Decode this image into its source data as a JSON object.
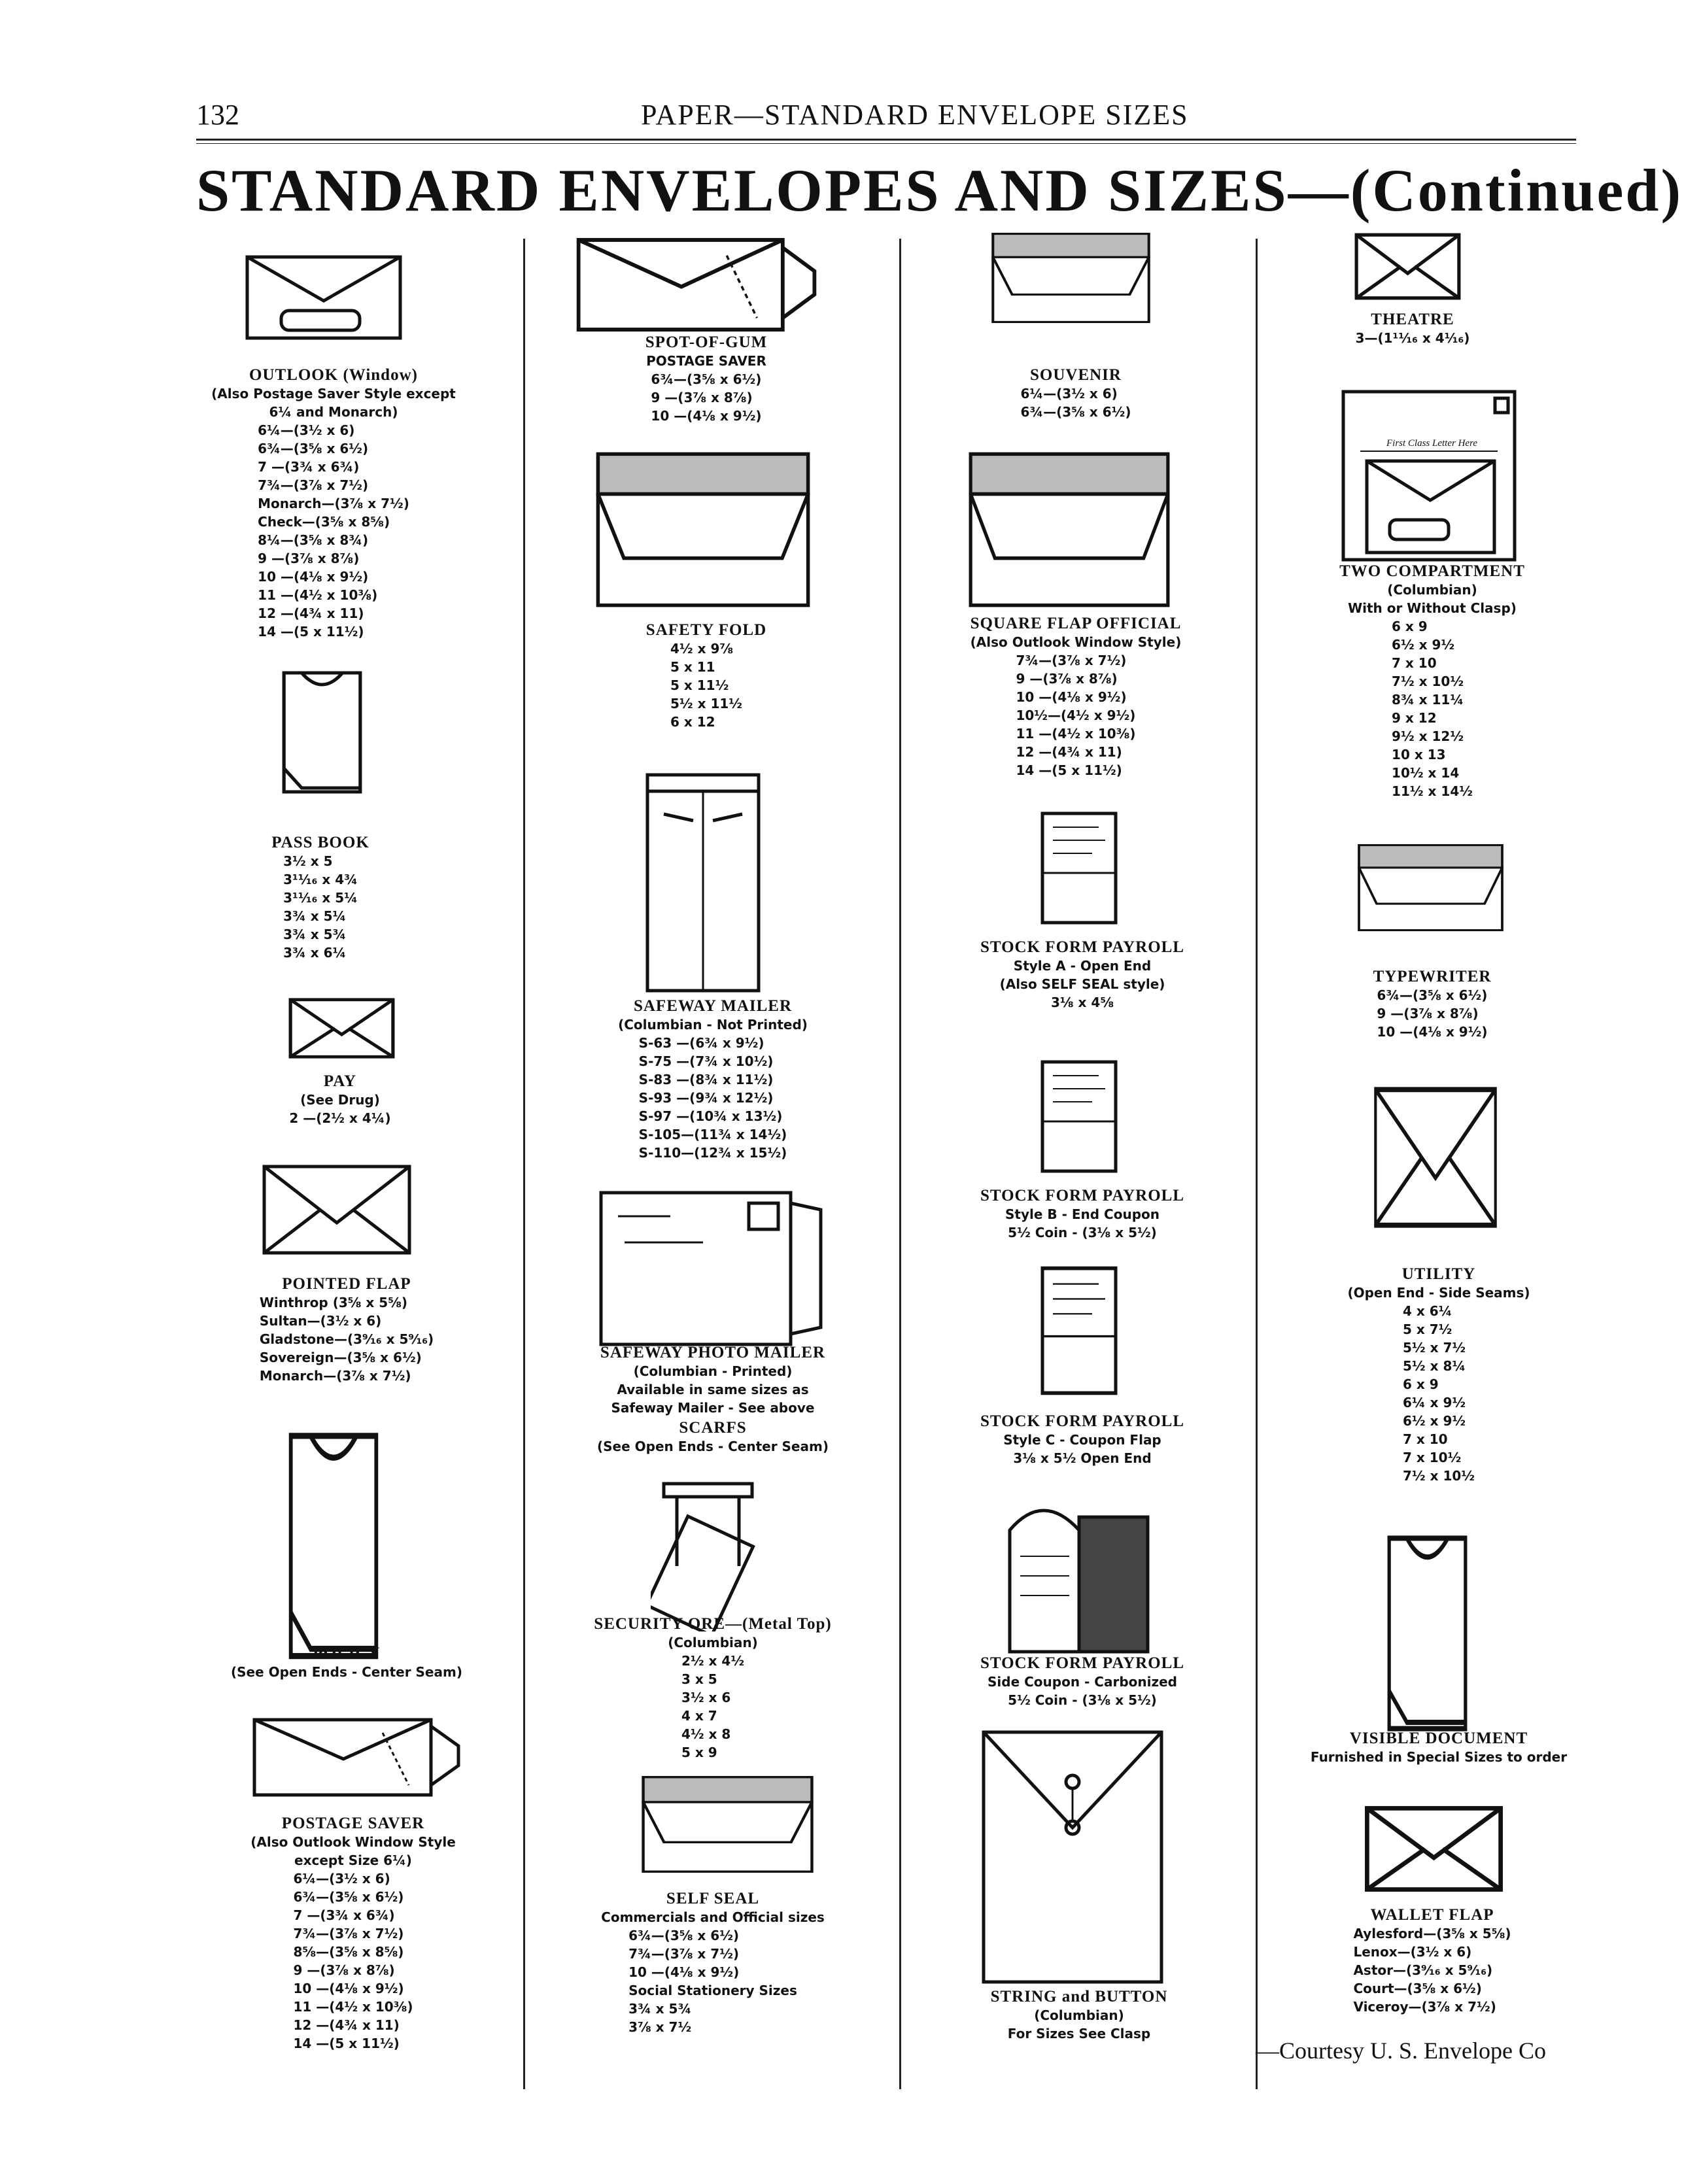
{
  "header": {
    "page_number": "132",
    "running_title": "PAPER—STANDARD ENVELOPE SIZES"
  },
  "title": "STANDARD ENVELOPES AND SIZES—(Continued)",
  "columns": [
    {
      "entries": [
        {
          "name": "OUTLOOK (Window)",
          "notes": [
            "(Also Postage Saver Style except",
            "6¼ and Monarch)"
          ],
          "sizes": [
            "6¼—(3½ x 6)",
            "6¾—(3⅝ x 6½)",
            "7 —(3¾ x 6¾)",
            "7¾—(3⅞ x 7½)",
            "Monarch—(3⅞ x 7½)",
            "Check—(3⅝ x 8⅝)",
            "8¼—(3⅝ x 8¾)",
            "9 —(3⅞ x 8⅞)",
            "10 —(4⅛ x 9½)",
            "11 —(4½ x 10⅜)",
            "12 —(4¾ x 11)",
            "14 —(5 x 11½)"
          ]
        },
        {
          "name": "PASS BOOK",
          "notes": [],
          "sizes": [
            "3½ x 5",
            "3¹¹⁄₁₆ x 4¾",
            "3¹¹⁄₁₆ x 5¼",
            "3¾ x 5¼",
            "3¾ x 5¾",
            "3¾ x 6¼"
          ]
        },
        {
          "name": "PAY",
          "notes": [
            "(See Drug)"
          ],
          "sizes": [
            "2 —(2½ x 4¼)"
          ]
        },
        {
          "name": "POINTED FLAP",
          "notes": [],
          "sizes": [
            "Winthrop (3⅝ x 5⅝)",
            "Sultan—(3½ x 6)",
            "Gladstone—(3⁹⁄₁₆ x 5⁹⁄₁₆)",
            "Sovereign—(3⅝ x 6½)",
            "Monarch—(3⅞ x 7½)"
          ]
        },
        {
          "name": "POLICY",
          "notes": [
            "(See Open Ends - Center Seam)"
          ],
          "sizes": []
        },
        {
          "name": "POSTAGE SAVER",
          "notes": [
            "(Also Outlook Window Style",
            "except Size 6¼)"
          ],
          "sizes": [
            "6¼—(3½ x 6)",
            "6¾—(3⅝ x 6½)",
            "7 —(3¾ x 6¾)",
            "7¾—(3⅞ x 7½)",
            "8⅝—(3⅝ x 8⅝)",
            "9 —(3⅞ x 8⅞)",
            "10 —(4⅛ x 9½)",
            "11 —(4½ x 10⅜)",
            "12 —(4¾ x 11)",
            "14 —(5 x 11½)"
          ]
        }
      ]
    },
    {
      "entries": [
        {
          "name": "SPOT-OF-GUM",
          "notes": [
            "POSTAGE SAVER"
          ],
          "sizes": [
            "6¾—(3⅝ x 6½)",
            "9 —(3⅞ x 8⅞)",
            "10 —(4⅛ x 9½)"
          ]
        },
        {
          "name": "SAFETY FOLD",
          "notes": [],
          "sizes": [
            "4½ x 9⅞",
            "5 x 11",
            "5 x 11½",
            "5½ x 11½",
            "6 x 12"
          ]
        },
        {
          "name": "SAFEWAY MAILER",
          "notes": [
            "(Columbian - Not Printed)"
          ],
          "sizes": [
            "S-63 —(6¾ x 9½)",
            "S-75 —(7¾ x 10½)",
            "S-83 —(8¾ x 11½)",
            "S-93 —(9¾ x 12½)",
            "S-97 —(10¾ x 13½)",
            "S-105—(11¾ x 14½)",
            "S-110—(12¾ x 15½)"
          ]
        },
        {
          "name": "SAFEWAY PHOTO MAILER",
          "notes": [
            "(Columbian - Printed)",
            "Available in same sizes as",
            "Safeway Mailer - See above"
          ],
          "sizes": []
        },
        {
          "name": "SCARFS",
          "notes": [
            "(See Open Ends - Center Seam)"
          ],
          "sizes": []
        },
        {
          "name": "SECURITY ORE—(Metal Top)",
          "notes": [
            "(Columbian)"
          ],
          "sizes": [
            "2½ x 4½",
            "3 x 5",
            "3½ x 6",
            "4 x 7",
            "4½ x 8",
            "5 x 9"
          ]
        },
        {
          "name": "SELF SEAL",
          "notes": [
            "Commercials and Official sizes"
          ],
          "sizes": [
            "6¾—(3⅝ x 6½)",
            "7¾—(3⅞ x 7½)",
            "10 —(4⅛ x 9½)",
            "Social Stationery Sizes",
            "3¾ x 5¾",
            "3⅞ x 7½"
          ]
        }
      ]
    },
    {
      "entries": [
        {
          "name": "SOUVENIR",
          "notes": [],
          "sizes": [
            "6¼—(3½ x 6)",
            "6¾—(3⅝ x 6½)"
          ]
        },
        {
          "name": "SQUARE FLAP OFFICIAL",
          "notes": [
            "(Also Outlook Window Style)"
          ],
          "sizes": [
            "7¾—(3⅞ x 7½)",
            "9 —(3⅞ x 8⅞)",
            "10 —(4⅛ x 9½)",
            "10½—(4½ x 9½)",
            "11 —(4½ x 10⅜)",
            "12 —(4¾ x 11)",
            "14 —(5 x 11½)"
          ]
        },
        {
          "name": "STOCK FORM PAYROLL",
          "notes": [
            "Style A - Open End",
            "(Also SELF SEAL style)"
          ],
          "sizes": [
            "3⅛ x 4⅝"
          ]
        },
        {
          "name": "STOCK FORM PAYROLL",
          "notes": [
            "Style B - End Coupon"
          ],
          "sizes": [
            "5½ Coin - (3⅛ x 5½)"
          ]
        },
        {
          "name": "STOCK FORM PAYROLL",
          "notes": [
            "Style C - Coupon Flap"
          ],
          "sizes": [
            "3⅛ x 5½ Open End"
          ]
        },
        {
          "name": "STOCK FORM PAYROLL",
          "notes": [
            "Side Coupon - Carbonized"
          ],
          "sizes": [
            "5½ Coin - (3⅛ x 5½)"
          ]
        },
        {
          "name": "STRING and BUTTON",
          "notes": [
            "(Columbian)",
            "For Sizes See Clasp"
          ],
          "sizes": []
        }
      ]
    },
    {
      "entries": [
        {
          "name": "THEATRE",
          "notes": [],
          "sizes": [
            "3—(1¹¹⁄₁₆ x 4¹⁄₁₆)"
          ]
        },
        {
          "name": "TWO COMPARTMENT",
          "notes": [
            "(Columbian)",
            "With or Without Clasp)"
          ],
          "sizes": [
            "6 x 9",
            "6½ x 9½",
            "7 x 10",
            "7½ x 10½",
            "8¾ x 11¼",
            "9 x 12",
            "9½ x 12½",
            "10 x 13",
            "10½ x 14",
            "11½ x 14½"
          ]
        },
        {
          "name": "TYPEWRITER",
          "notes": [],
          "sizes": [
            "6¾—(3⅝ x 6½)",
            "9 —(3⅞ x 8⅞)",
            "10 —(4⅛ x 9½)"
          ]
        },
        {
          "name": "UTILITY",
          "notes": [
            "(Open End - Side Seams)"
          ],
          "sizes": [
            "4 x 6¼",
            "5 x 7½",
            "5½ x 7½",
            "5½ x 8¼",
            "6 x 9",
            "6¼ x 9½",
            "6½ x 9½",
            "7 x 10",
            "7 x 10½",
            "7½ x 10½"
          ]
        },
        {
          "name": "VISIBLE DOCUMENT",
          "notes": [
            "Furnished in Special Sizes to order"
          ],
          "sizes": []
        },
        {
          "name": "WALLET FLAP",
          "notes": [],
          "sizes": [
            "Aylesford—(3⅝ x 5⅝)",
            "Lenox—(3½ x 6)",
            "Astor—(3⁹⁄₁₆ x 5⁹⁄₁₆)",
            "Court—(3⅝ x 6½)",
            "Viceroy—(3⅞ x 7½)"
          ]
        }
      ]
    }
  ],
  "envelope_labels": {
    "two_compartment": "First Class Letter Here"
  },
  "footer": {
    "courtesy": "—Courtesy U. S. Envelope Co"
  }
}
